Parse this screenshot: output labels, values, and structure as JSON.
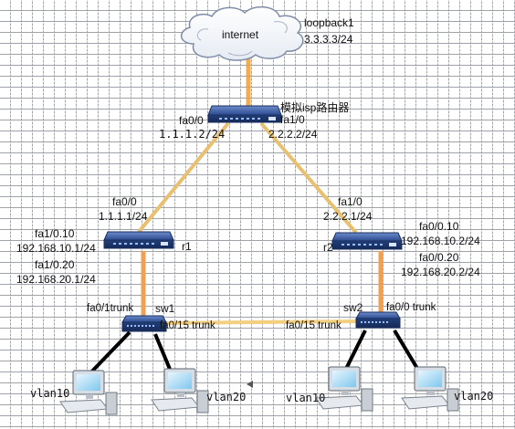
{
  "internet": {
    "label": "internet"
  },
  "loopback": {
    "name": "loopback1",
    "ip": "3.3.3.3/24"
  },
  "isp": {
    "name": "模拟isp路由器",
    "left_if": "fa0/0",
    "left_ip": "1.1.1.2/24",
    "right_if": "fa1/0",
    "right_ip": "2.2.2.2/24"
  },
  "r1": {
    "name": "r1",
    "up_if": "fa0/0",
    "up_ip": "1.1.1.1/24",
    "sub10_if": "fa1/0.10",
    "sub10_ip": "192.168.10.1/24",
    "sub20_if": "fa1/0.20",
    "sub20_ip": "192.168.20.1/24"
  },
  "r2": {
    "name": "r2",
    "up_if": "fa1/0",
    "up_ip": "2.2.2.1/24",
    "sub10_if": "fa0/0.10",
    "sub10_ip": "192.168.10.2/24",
    "sub20_if": "fa0/0.20",
    "sub20_ip": "192.168.20.2/24"
  },
  "sw1": {
    "name": "sw1",
    "up_port": "fa0/1trunk",
    "link_port": "fa0/15 trunk"
  },
  "sw2": {
    "name": "sw2",
    "up_port": "fa0/0 trunk",
    "link_port": "fa0/15 trunk"
  },
  "pcs": [
    {
      "label": "vlan10"
    },
    {
      "label": "vlan20"
    },
    {
      "label": "vlan10"
    },
    {
      "label": "vlan20"
    }
  ],
  "colors": {
    "wan_link": "#e8c070",
    "trunk_link": "#f0a050",
    "access_link": "#000000",
    "loopback_link": "#f0a030",
    "router_body": "#2c4a8c"
  }
}
